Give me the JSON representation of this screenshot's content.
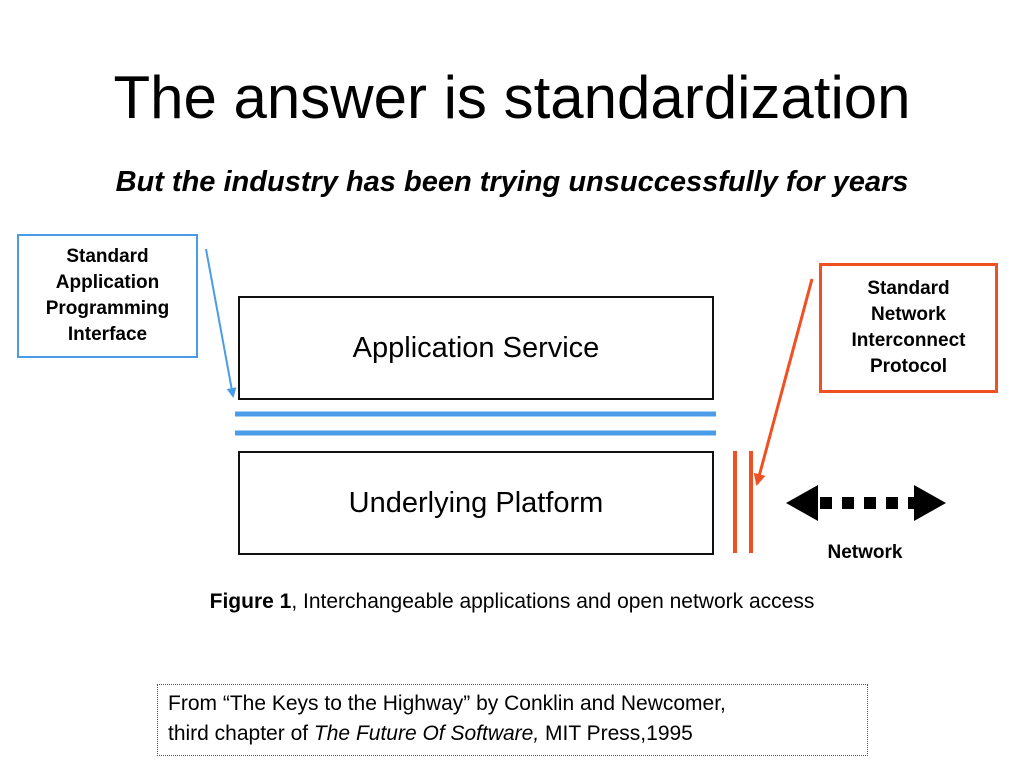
{
  "slide": {
    "title": "The answer is standardization",
    "subtitle": "But the industry has been trying unsuccessfully for years"
  },
  "diagram": {
    "api_callout": {
      "lines": [
        "Standard",
        "Application",
        "Programming",
        "Interface"
      ],
      "color": "#4b9ce8"
    },
    "network_callout": {
      "lines": [
        "Standard",
        "Network",
        "Interconnect",
        "Protocol"
      ],
      "color": "#f05022"
    },
    "layers": {
      "application": "Application Service",
      "platform": "Underlying Platform"
    },
    "network_label": "Network"
  },
  "caption": {
    "bold": "Figure 1",
    "text": ", Interchangeable applications and open network access"
  },
  "citation": {
    "line1": "From “The Keys to the Highway” by Conklin and Newcomer,",
    "line2_prefix": "third chapter of ",
    "line2_italic": "The Future Of Software,",
    "line2_suffix": " MIT Press,1995"
  }
}
